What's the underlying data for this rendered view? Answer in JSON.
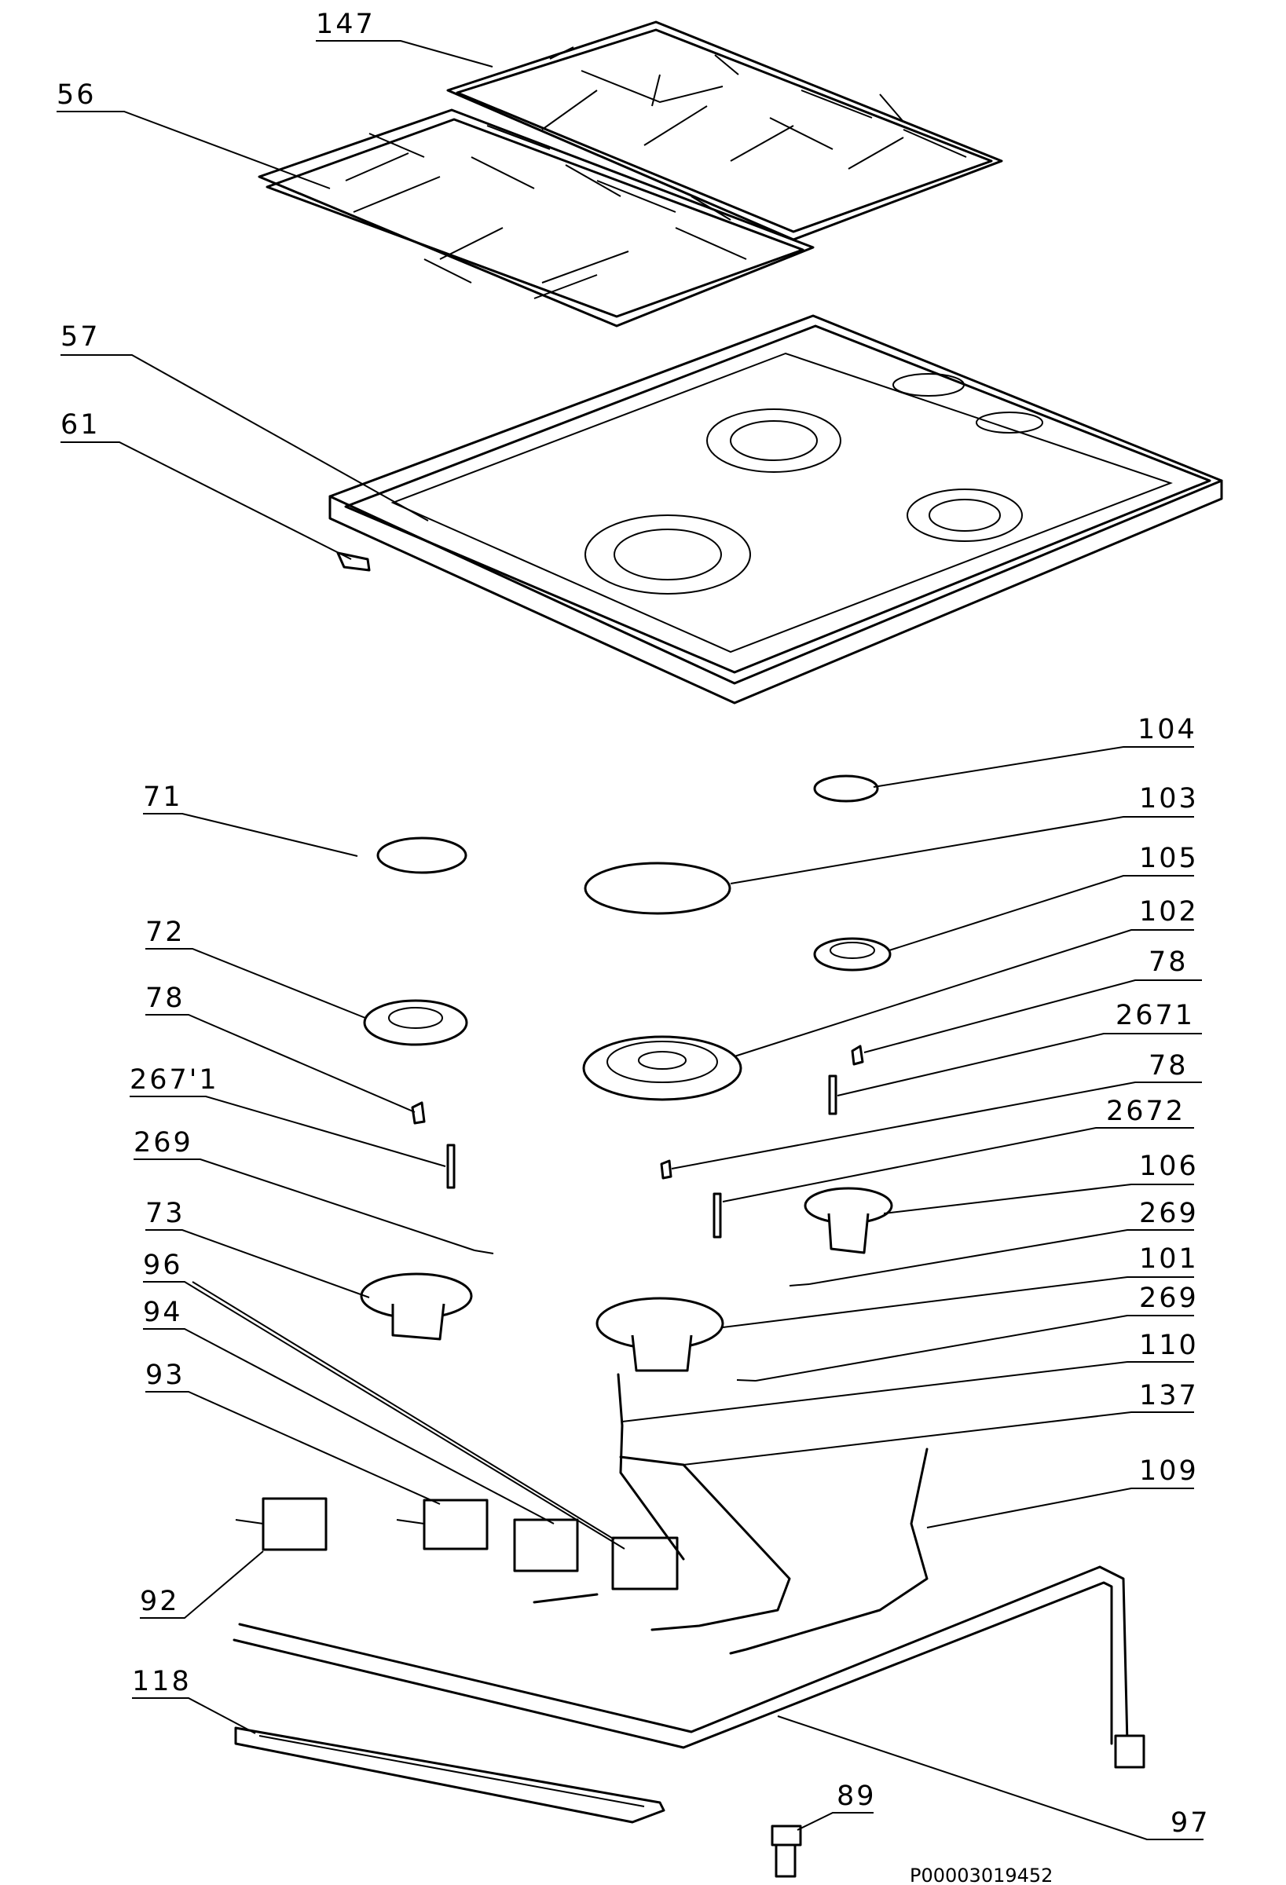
{
  "drawing_code": "P00003019452",
  "callouts": [
    {
      "id": "147",
      "label": "147"
    },
    {
      "id": "56",
      "label": "56"
    },
    {
      "id": "57",
      "label": "57"
    },
    {
      "id": "61",
      "label": "61"
    },
    {
      "id": "104",
      "label": "104"
    },
    {
      "id": "71",
      "label": "71"
    },
    {
      "id": "103",
      "label": "103"
    },
    {
      "id": "105",
      "label": "105"
    },
    {
      "id": "72",
      "label": "72"
    },
    {
      "id": "102",
      "label": "102"
    },
    {
      "id": "78a",
      "label": "78"
    },
    {
      "id": "78b",
      "label": "78"
    },
    {
      "id": "2671a",
      "label": "2671"
    },
    {
      "id": "2671b",
      "label": "267'1"
    },
    {
      "id": "78c",
      "label": "78"
    },
    {
      "id": "269a",
      "label": "269"
    },
    {
      "id": "2672",
      "label": "2672"
    },
    {
      "id": "106",
      "label": "106"
    },
    {
      "id": "73",
      "label": "73"
    },
    {
      "id": "269b",
      "label": "269"
    },
    {
      "id": "96",
      "label": "96"
    },
    {
      "id": "101",
      "label": "101"
    },
    {
      "id": "94",
      "label": "94"
    },
    {
      "id": "269c",
      "label": "269"
    },
    {
      "id": "110",
      "label": "110"
    },
    {
      "id": "93",
      "label": "93"
    },
    {
      "id": "137",
      "label": "137"
    },
    {
      "id": "109",
      "label": "109"
    },
    {
      "id": "92",
      "label": "92"
    },
    {
      "id": "118",
      "label": "118"
    },
    {
      "id": "89",
      "label": "89"
    },
    {
      "id": "97",
      "label": "97"
    }
  ]
}
